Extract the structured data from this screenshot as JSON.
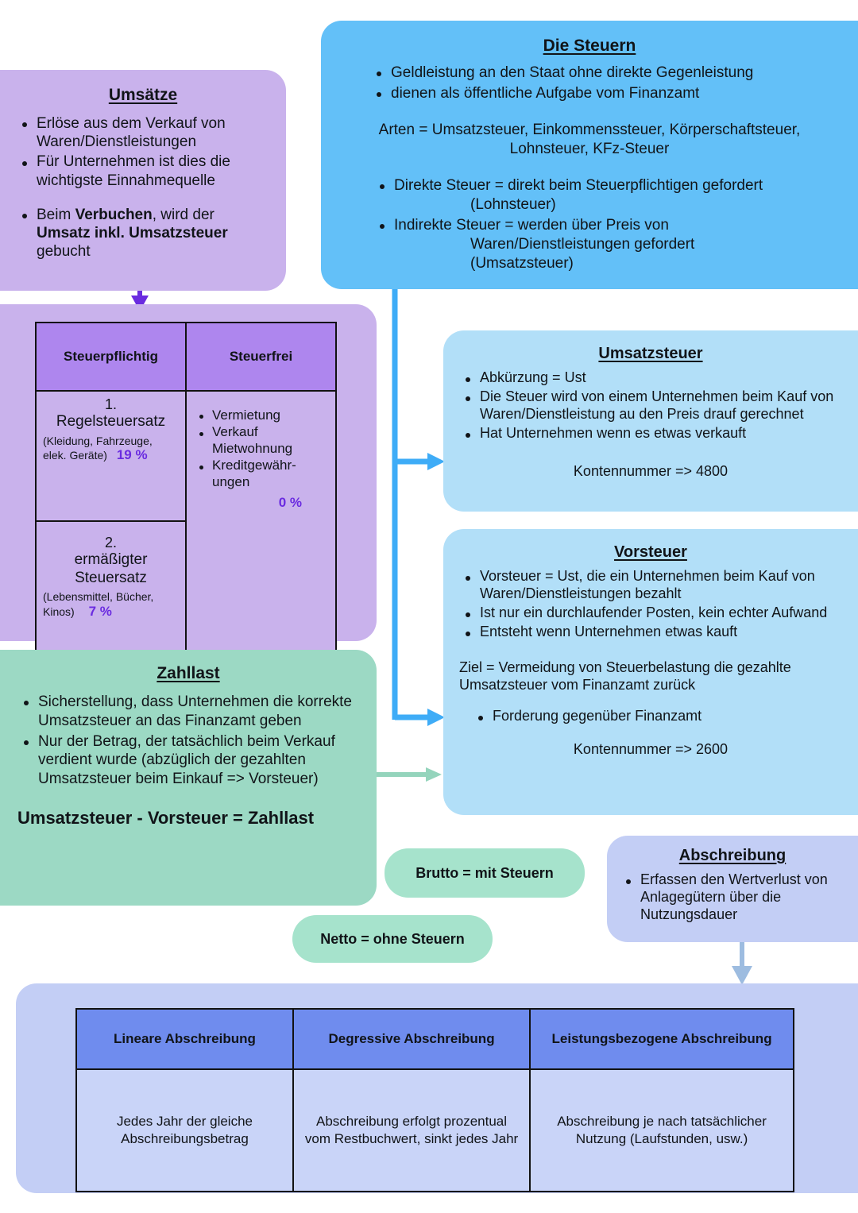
{
  "umsaetze": {
    "title": "Umsätze",
    "bullets": [
      "Erlöse aus dem Verkauf von Waren/Dienstleistungen",
      "Für Unternehmen ist dies die wichtigste Einnahmequelle"
    ],
    "verbuchen_pre": "Beim ",
    "verbuchen_bold1": "Verbuchen",
    "verbuchen_mid": ", wird der ",
    "verbuchen_bold2": "Umsatz inkl. Umsatzsteuer",
    "verbuchen_end": " gebucht"
  },
  "die_steuern": {
    "title": "Die Steuern ",
    "bullets": [
      "Geldleistung an den Staat ohne direkte Gegenleistung",
      "dienen als öffentliche Aufgabe vom Finanzamt"
    ],
    "arten_line1": "Arten = Umsatzsteuer, Einkommenssteuer, Körperschaftsteuer,",
    "arten_line2": "Lohnsteuer, KFz-Steuer",
    "direkte_main": "Direkte Steuer = direkt beim Steuerpflichtigen gefordert",
    "direkte_sub": "(Lohnsteuer)",
    "indirekte_main": "Indirekte Steuer = werden über Preis von",
    "indirekte_sub1": "Waren/Dienstleistungen gefordert",
    "indirekte_sub2": "(Umsatzsteuer)"
  },
  "steuer_table": {
    "headers": [
      "Steuerpflichtig",
      "Steuerfrei"
    ],
    "row1": {
      "num": "1.",
      "name": "Regelsteuersatz",
      "examples": "(Kleidung, Fahrzeuge, elek. Geräte)",
      "rate": "19 %"
    },
    "row2": {
      "num": "2.",
      "name_line1": "ermäßigter",
      "name_line2": "Steuersatz",
      "examples": "(Lebensmittel, Bücher, Kinos)",
      "rate": "7 %"
    },
    "steuerfrei": {
      "bullets": [
        "Vermietung",
        "Verkauf Mietwohnung",
        "Kreditgewähr-ungen"
      ],
      "rate": "0 %"
    }
  },
  "umsatzsteuer": {
    "title": "Umsatzsteuer",
    "bullets": [
      "Abkürzung = Ust",
      "Die Steuer wird von einem Unternehmen beim Kauf von Waren/Dienstleistung au den Preis drauf gerechnet",
      "Hat Unternehmen wenn es etwas verkauft"
    ],
    "konto": "Kontennummer => 4800"
  },
  "vorsteuer": {
    "title": "Vorsteuer ",
    "bullets": [
      "Vorsteuer = Ust, die ein Unternehmen beim Kauf von Waren/Dienstleistungen bezahlt",
      "Ist nur ein durchlaufender Posten, kein echter Aufwand",
      "Entsteht wenn Unternehmen etwas kauft"
    ],
    "ziel": "Ziel = Vermeidung von Steuerbelastung die gezahlte Umsatzsteuer vom Finanzamt zurück",
    "forderung": "Forderung gegenüber Finanzamt",
    "konto": "Kontennummer => 2600"
  },
  "zahllast": {
    "title": "Zahllast",
    "bullets": [
      "Sicherstellung, dass Unternehmen die korrekte Umsatzsteuer an das Finanzamt geben",
      "Nur der Betrag, der tatsächlich beim Verkauf verdient wurde (abzüglich der gezahlten Umsatzsteuer beim Einkauf => Vorsteuer)"
    ],
    "formula": "Umsatzsteuer - Vorsteuer = Zahllast"
  },
  "pills": {
    "brutto": "Brutto = mit Steuern",
    "netto": "Netto = ohne Steuern"
  },
  "abschreibung": {
    "title": "Abschreibung",
    "bullets": [
      "Erfassen den Wertverlust von Anlagegütern über die Nutzungsdauer"
    ]
  },
  "abschreibung_table": {
    "headers": [
      "Lineare Abschreibung",
      "Degressive Abschreibung",
      "Leistungsbezogene Abschreibung"
    ],
    "cells": [
      "Jedes Jahr der gleiche Abschreibungsbetrag",
      "Abschreibung erfolgt prozentual vom Restbuchwert, sinkt jedes Jahr",
      "Abschreibung je nach tatsächlicher Nutzung (Laufstunden, usw.)"
    ]
  },
  "colors": {
    "purple_box": "#C9B2EC",
    "purple_header": "#AE86EE",
    "purple_accent": "#6A2BE0",
    "blue_box": "#63C0F8",
    "light_blue_box": "#B2DFF8",
    "green_box": "#9CD9C4",
    "green_pill": "#A6E3CC",
    "lavender_box": "#C3CEF5",
    "lavender_header": "#6F8CEE"
  }
}
